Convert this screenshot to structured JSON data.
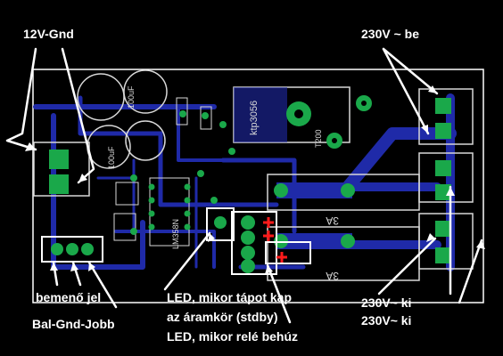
{
  "labels": {
    "power_12v": "12V-Gnd",
    "mains_in": "230V ~ be",
    "input_signal_line1": "bemenő jel",
    "input_signal_line2": "Bal-Gnd-Jobb",
    "led_standby_line1": "LED, mikor tápot kap",
    "led_standby_line2": "az áramkör (stdby)",
    "led_relay": "LED, mikor relé behúz",
    "mains_out_1": "230V~ ki",
    "mains_out_2": "230V~ ki"
  },
  "silkscreen": {
    "cap_1": "100uF",
    "cap_2": "100uF",
    "regulator": "ktp3056",
    "relay_1": "3A",
    "relay_2": "3A",
    "ic": "LM358N",
    "fuse": "T200"
  },
  "colors": {
    "background": "#000000",
    "board_outline": "#ffffff",
    "trace": "#1f2aa8",
    "pad": "#1aa84a",
    "silkscreen": "#d8d8d8",
    "marker": "#ff1a1a",
    "annotation": "#ffffff"
  }
}
